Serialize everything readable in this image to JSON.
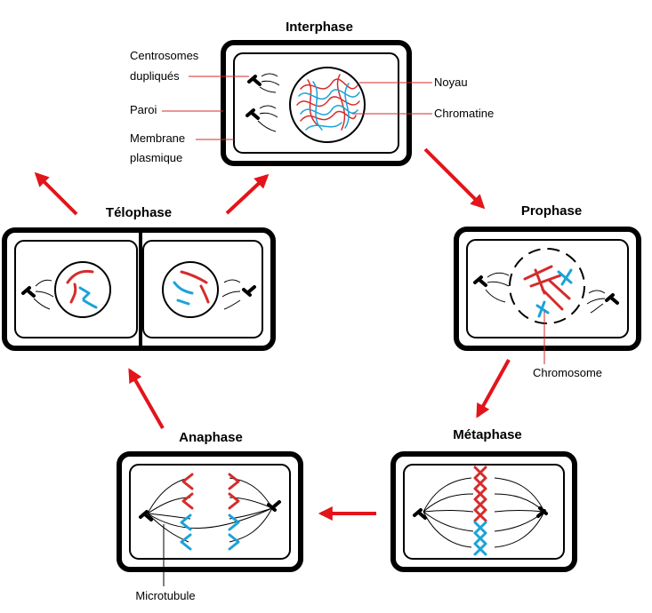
{
  "phases": {
    "interphase": "Interphase",
    "prophase": "Prophase",
    "metaphase": "Métaphase",
    "anaphase": "Anaphase",
    "telophase": "Télophase"
  },
  "labels": {
    "centrosomes_line1": "Centrosomes",
    "centrosomes_line2": "dupliqués",
    "paroi": "Paroi",
    "membrane_line1": "Membrane",
    "membrane_line2": "plasmique",
    "noyau": "Noyau",
    "chromatine": "Chromatine",
    "chromosome": "Chromosome",
    "microtubule": "Microtubule"
  },
  "colors": {
    "arrow": "#e3141a",
    "chromosome_red": "#d62b2b",
    "chromosome_blue": "#1aa3d9"
  }
}
